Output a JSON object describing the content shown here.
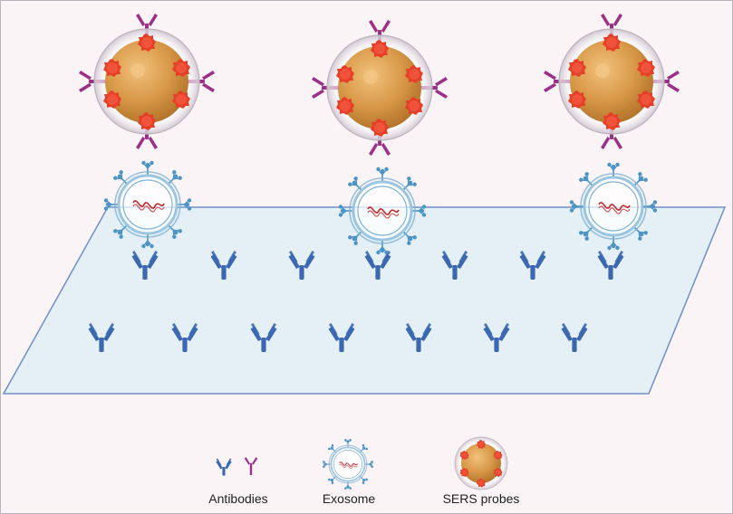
{
  "colors": {
    "background": "#faf4f7",
    "substrate_fill": "#e5f0f6",
    "substrate_stroke": "#6f8fc7",
    "capture_antibody": "#3b68b0",
    "probe_antibody": "#9c2f86",
    "gold_core": "#cf8d3b",
    "raman_tag": "#e8402a",
    "exosome": "#4b94c4",
    "rna": "#c8252b"
  },
  "legend": {
    "antibodies_label": "Antibodies",
    "exosome_label": "Exosome",
    "sers_probes_label": "SERS probes"
  }
}
